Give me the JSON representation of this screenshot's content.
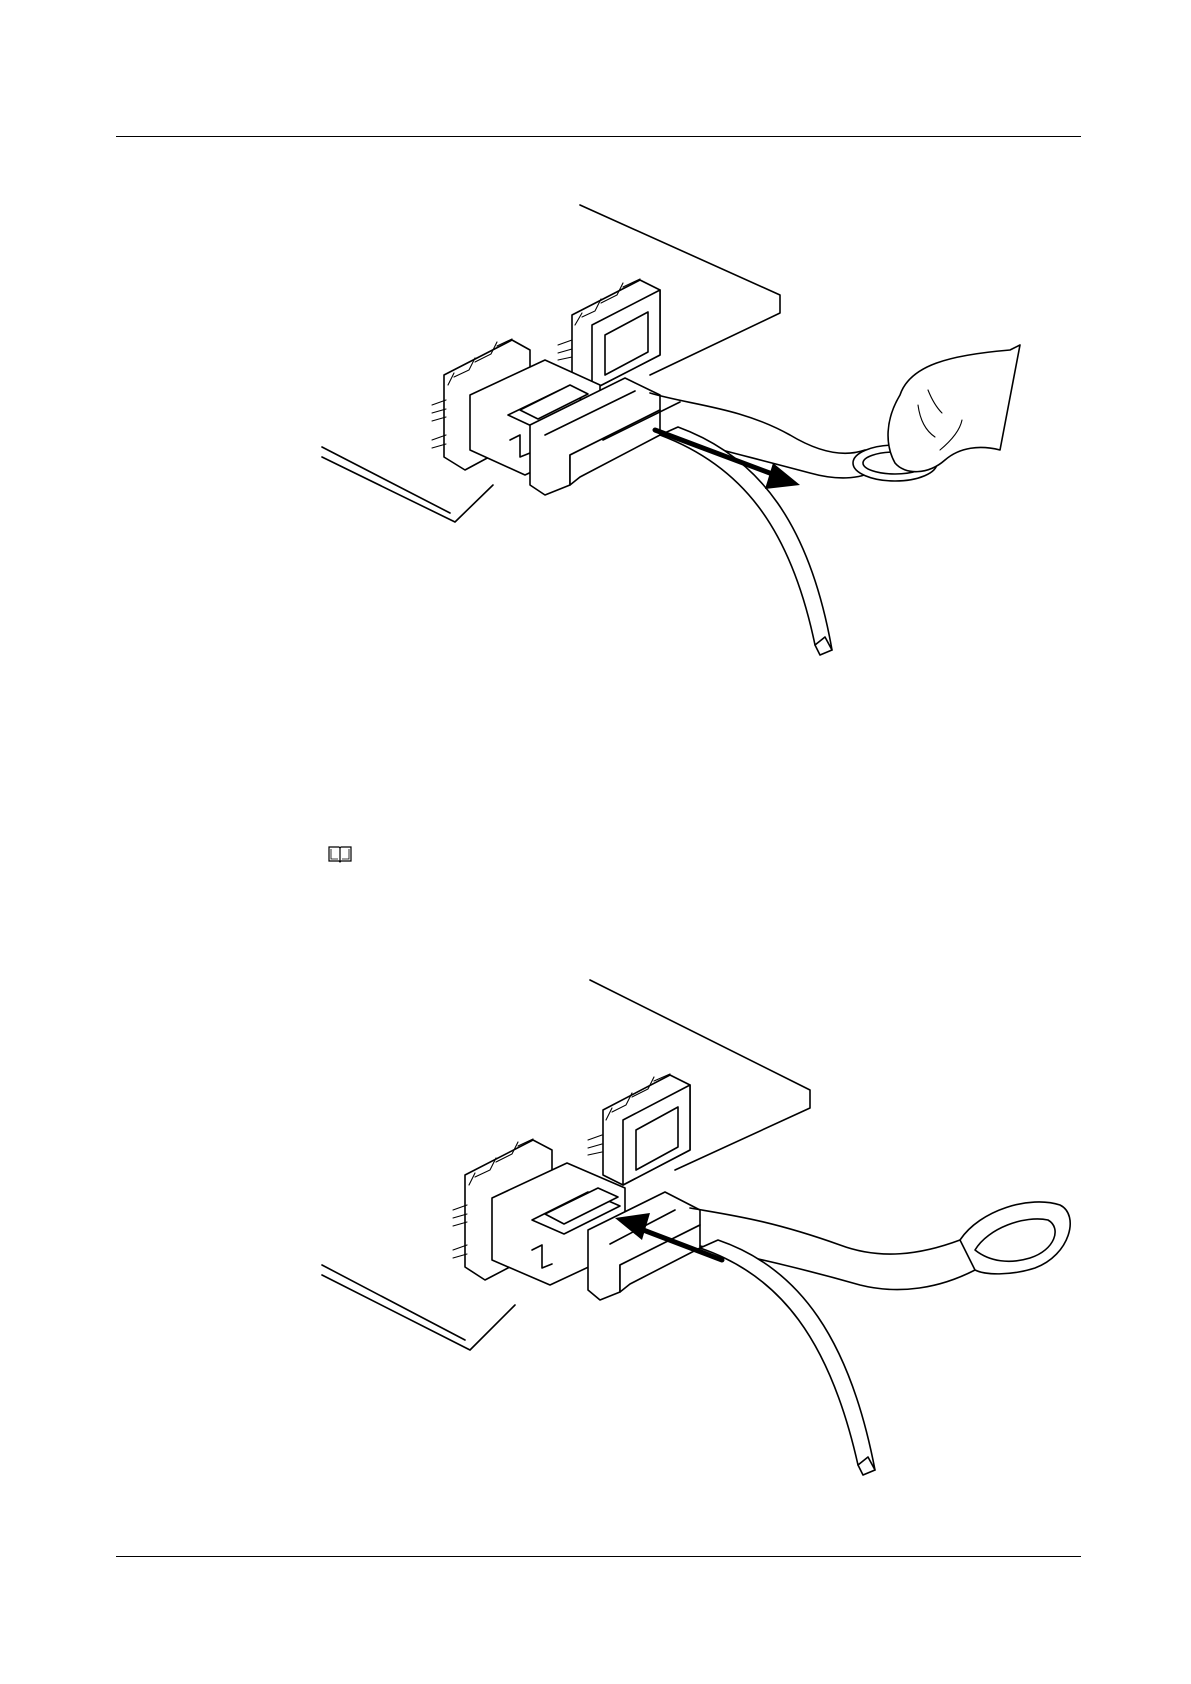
{
  "page": {
    "header_rule": true,
    "footer_rule": true
  },
  "figures": [
    {
      "id": "fig1",
      "icon": "fiber-connector-removal-illustration",
      "arrow_direction": "outward"
    },
    {
      "id": "fig2",
      "icon": "fiber-connector-insertion-illustration",
      "arrow_direction": "inward"
    }
  ],
  "note": {
    "icon": "note-book-icon"
  }
}
